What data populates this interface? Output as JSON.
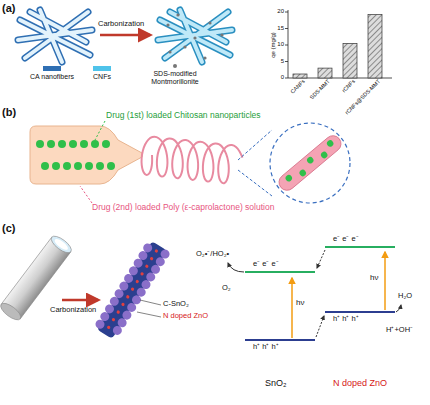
{
  "diagram": {
    "labels": [
      "(a)",
      "Carbonization",
      "qe (mg/g)",
      "0",
      "5",
      "10",
      "15",
      "20",
      "CANFs",
      "SDS-MMT",
      "rCNFs",
      "rCNFs@SDS-MMT",
      "(b)",
      "Drug (1st) loaded Chitosan nanoparticles",
      "Drug (2nd) loaded Poly (ε-caprolactone) solution",
      "(c)",
      "Carbonization",
      "C-SnO₂",
      "N doped ZnO",
      "O₂•⁻/HO₂•",
      "O₂",
      "e⁻ e⁻ e⁻",
      "e⁻ e⁻ e⁻",
      "hν",
      "hν",
      "h⁺ h⁺ h⁺",
      "h⁺ h⁺ h⁺",
      "SnO₂",
      "N doped ZnO",
      "H₂O",
      "H⁺+OH⁻"
    ],
    "legend": [
      {
        "text": "CA nanofibers",
        "color": "#2f6fb3"
      },
      {
        "text": "CNFs",
        "color": "#4fc3ea"
      },
      {
        "text": "SDS-modified Montmorillonite"
      }
    ]
  }
}
